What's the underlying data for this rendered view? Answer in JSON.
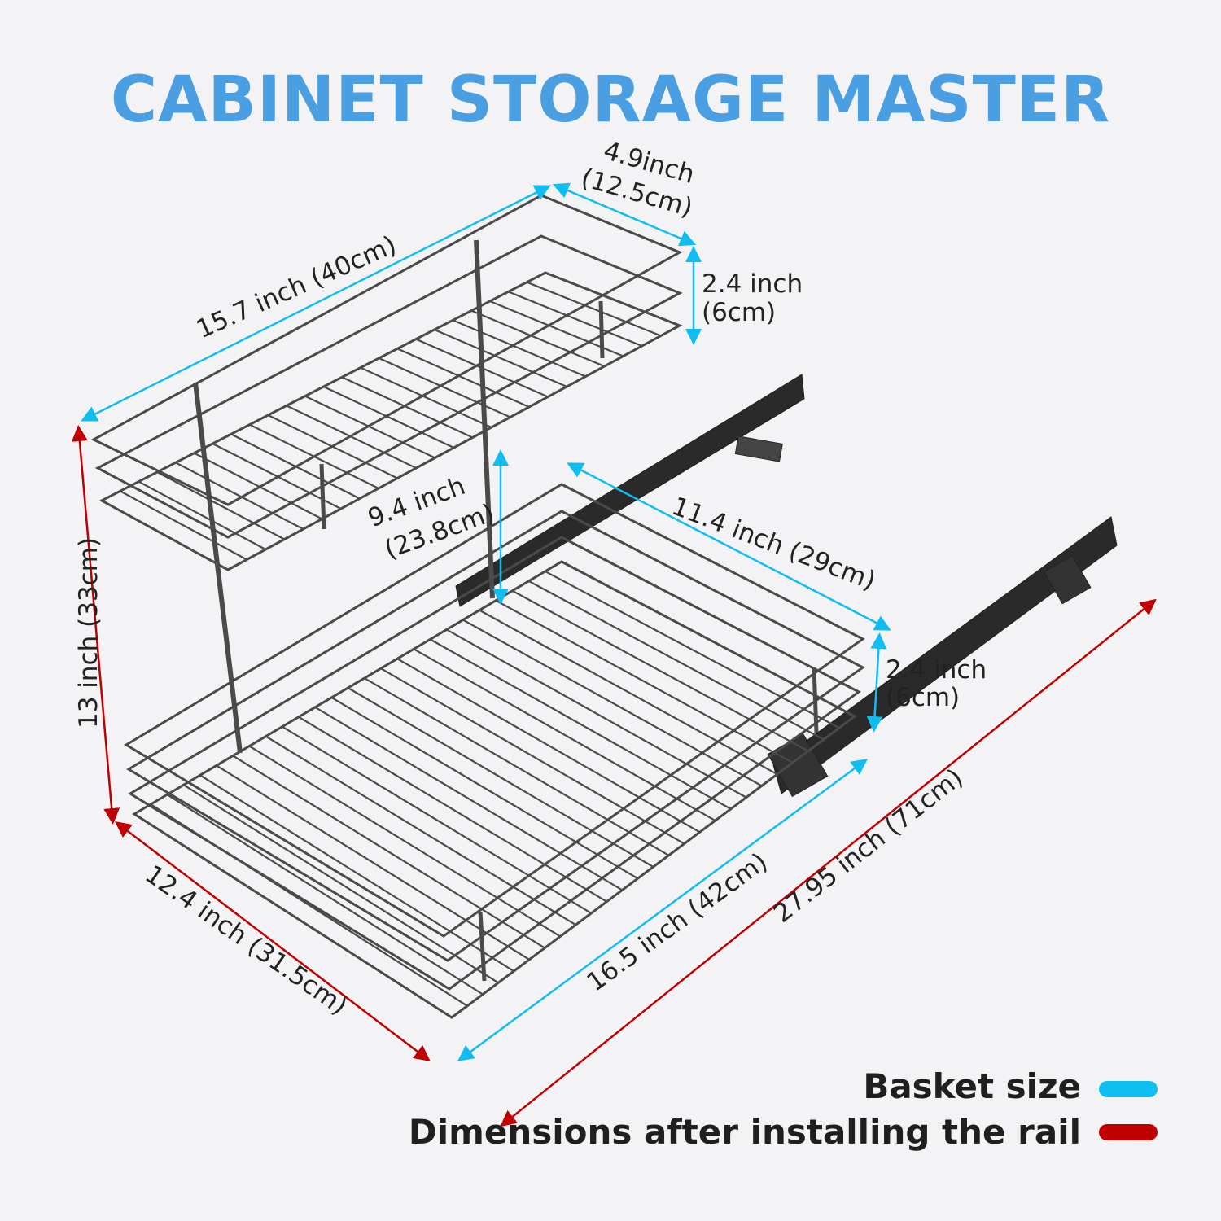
{
  "title": "CABINET STORAGE MASTER",
  "colors": {
    "title": "#4a9fe2",
    "basket_size": "#10bdf0",
    "installed_dimensions": "#c00000"
  },
  "dimensions": {
    "upper_depth": {
      "line1": "4.9inch",
      "line2": "(12.5cm)"
    },
    "upper_width": "15.7 inch (40cm)",
    "upper_height": {
      "line1": "2.4 inch",
      "line2": "(6cm)"
    },
    "total_height": "13 inch (33cm)",
    "shelf_gap": {
      "line1": "9.4 inch",
      "line2": "(23.8cm)"
    },
    "lower_depth": "11.4 inch (29cm)",
    "lower_height": {
      "line1": "2.4 inch",
      "line2": "(6cm)"
    },
    "installed_width": "12.4 inch (31.5cm)",
    "lower_width": "16.5 inch (42cm)",
    "rail_length": "27.95 inch (71cm)"
  },
  "legend": [
    {
      "label": "Basket size",
      "color": "#10bdf0"
    },
    {
      "label": "Dimensions after installing the rail",
      "color": "#c00000"
    }
  ]
}
